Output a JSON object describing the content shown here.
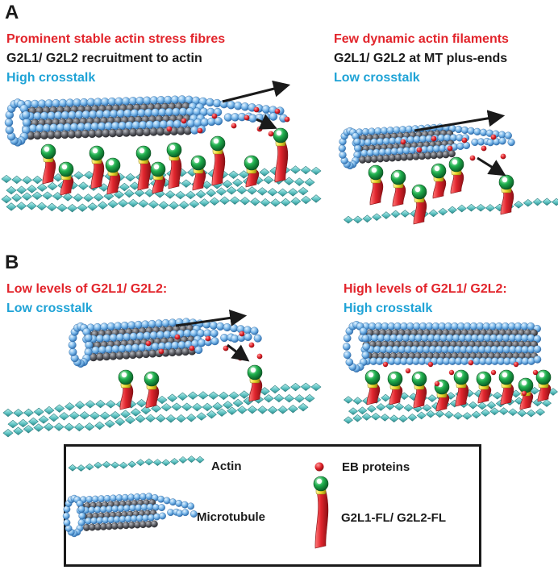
{
  "colors": {
    "red": "#e2242b",
    "cyan": "#1fa3d6",
    "actin": "#5ec3c3",
    "mt_blue": "#7ab8ea",
    "mt_grey": "#5f6168",
    "eb": "#dd1f26",
    "head_green": "#1fae4d",
    "neck_yellow": "#ecd92a",
    "body_red": "#e0252d",
    "ink": "#1a1a1a"
  },
  "panelA": {
    "letter": "A",
    "left": {
      "line1": "Prominent stable actin stress fibres",
      "line2": "G2L1/ G2L2 recruitment to actin",
      "line3": "High crosstalk"
    },
    "right": {
      "line1": "Few dynamic actin filaments",
      "line2": "G2L1/ G2L2 at MT plus-ends",
      "line3": "Low crosstalk"
    }
  },
  "panelB": {
    "letter": "B",
    "left": {
      "line1": "Low levels of G2L1/ G2L2:",
      "line2": "Low crosstalk"
    },
    "right": {
      "line1": "High levels of G2L1/ G2L2:",
      "line2": "High crosstalk"
    }
  },
  "legend": {
    "actin": "Actin",
    "microtubule": "Microtubule",
    "eb": "EB proteins",
    "g2l": "G2L1-FL/ G2L2-FL"
  }
}
